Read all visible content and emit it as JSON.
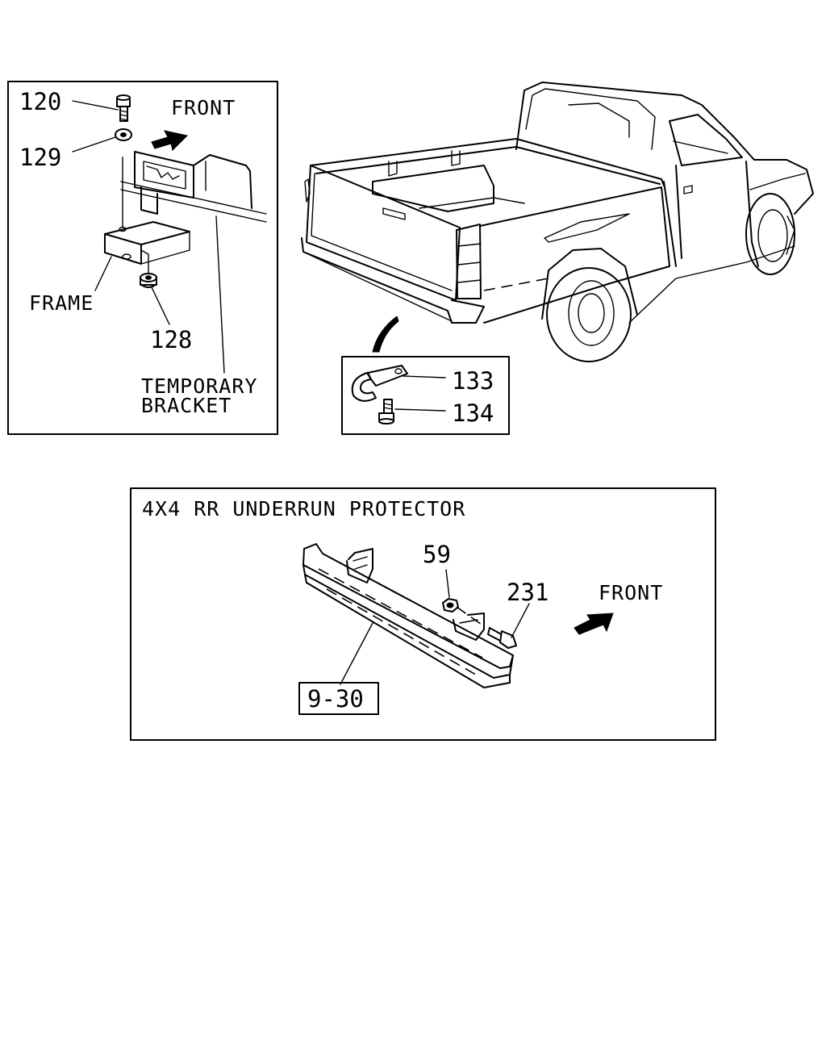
{
  "inset_left": {
    "labels": {
      "bolt": "120",
      "washer": "129",
      "nut": "128",
      "frame": "FRAME",
      "front": "FRONT",
      "temp_bracket_line1": "TEMPORARY",
      "temp_bracket_line2": "BRACKET"
    }
  },
  "inset_hook": {
    "labels": {
      "hook": "133",
      "bolt": "134"
    }
  },
  "protector_panel": {
    "title": "4X4 RR UNDERRUN PROTECTOR",
    "labels": {
      "nut": "59",
      "bolt": "231",
      "front": "FRONT",
      "ref": "9-30"
    }
  }
}
